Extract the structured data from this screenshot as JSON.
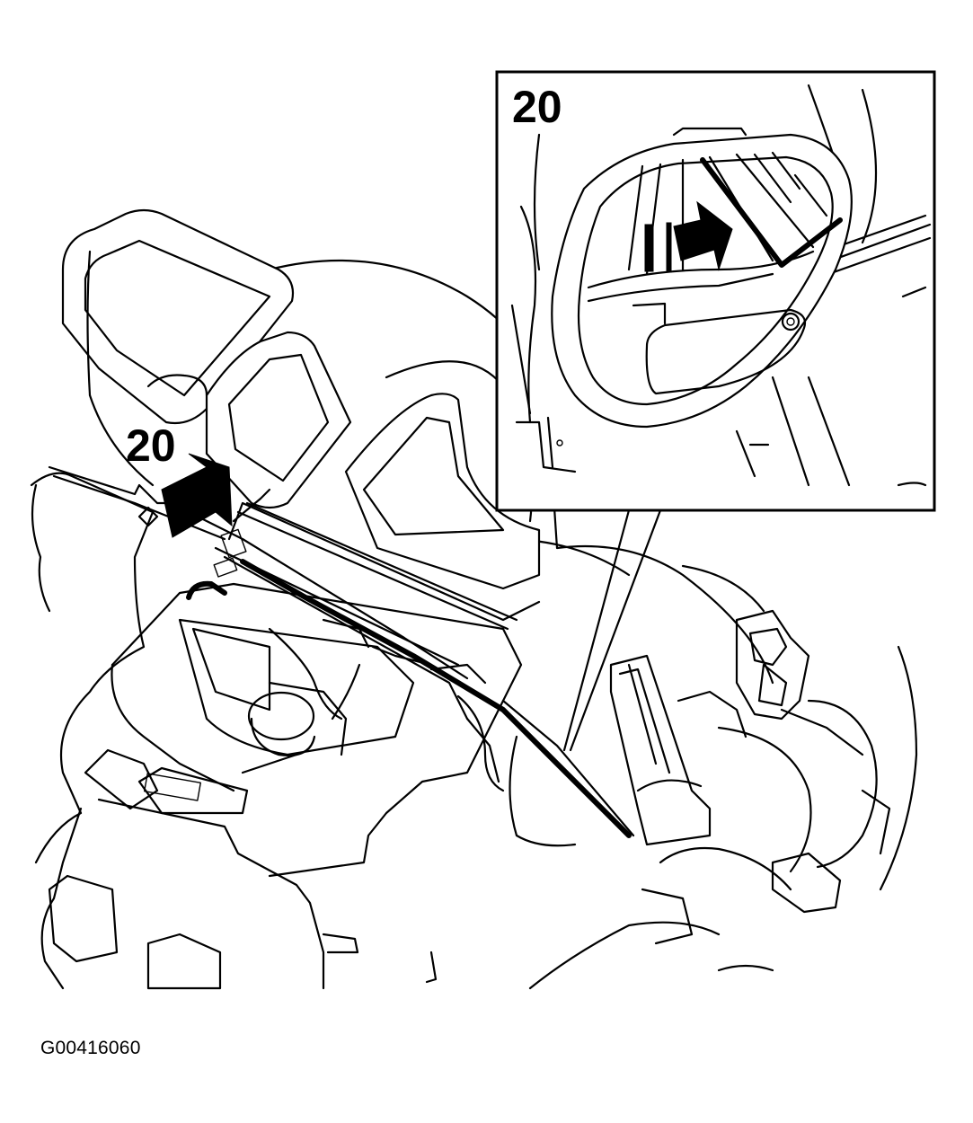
{
  "diagram": {
    "callouts": {
      "main": "20",
      "inset": "20"
    },
    "figure_id": "G00416060",
    "colors": {
      "ink": "#000000",
      "background": "#ffffff"
    },
    "icons": [
      "arrow-icon",
      "arrow-icon"
    ]
  }
}
